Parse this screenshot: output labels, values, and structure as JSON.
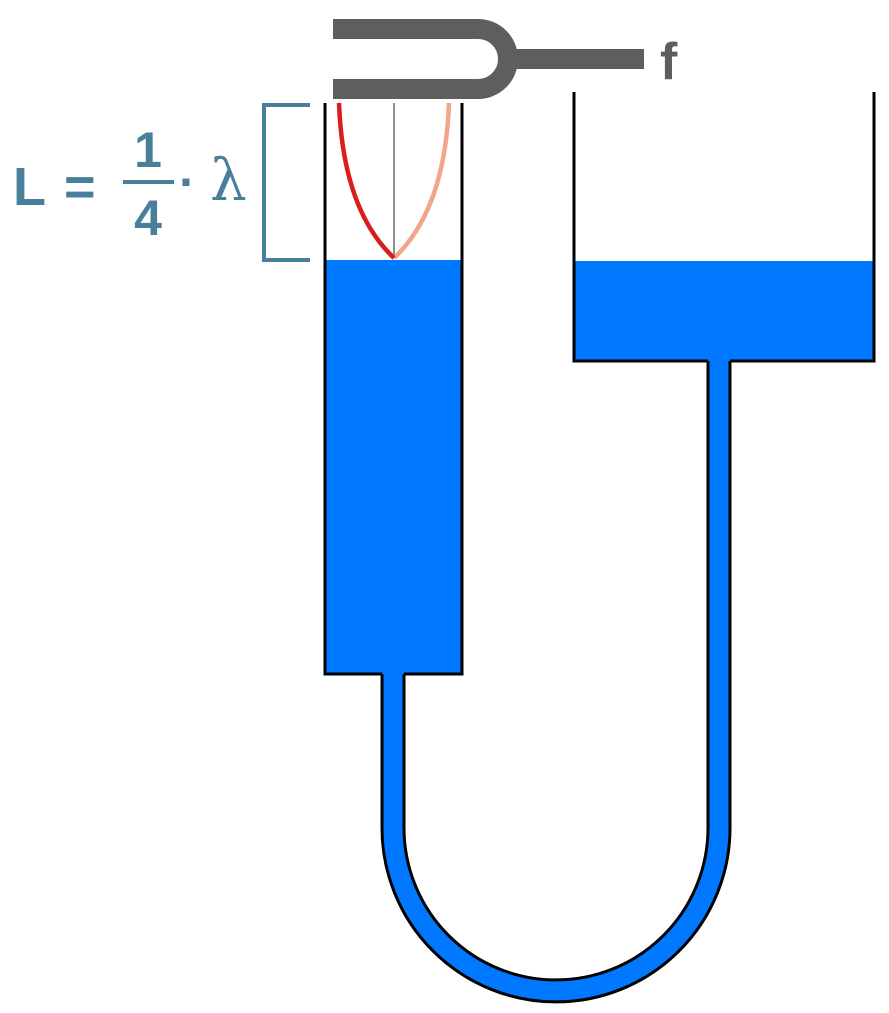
{
  "colors": {
    "water": "#0078FF",
    "outline": "#000000",
    "fork": "#5E5E5E",
    "label": "#4A7F9C",
    "wave_primary": "#D81E1E",
    "wave_secondary": "#F2A58A",
    "axis_line": "#6E6E6E",
    "background": "#FFFFFF"
  },
  "labels": {
    "frequency": "f",
    "length_symbol": "L",
    "equals": "=",
    "numerator": "1",
    "denominator": "4",
    "dot": "·",
    "wavelength": "λ"
  },
  "icons": {
    "tuning_fork": "tuning-fork-icon"
  }
}
